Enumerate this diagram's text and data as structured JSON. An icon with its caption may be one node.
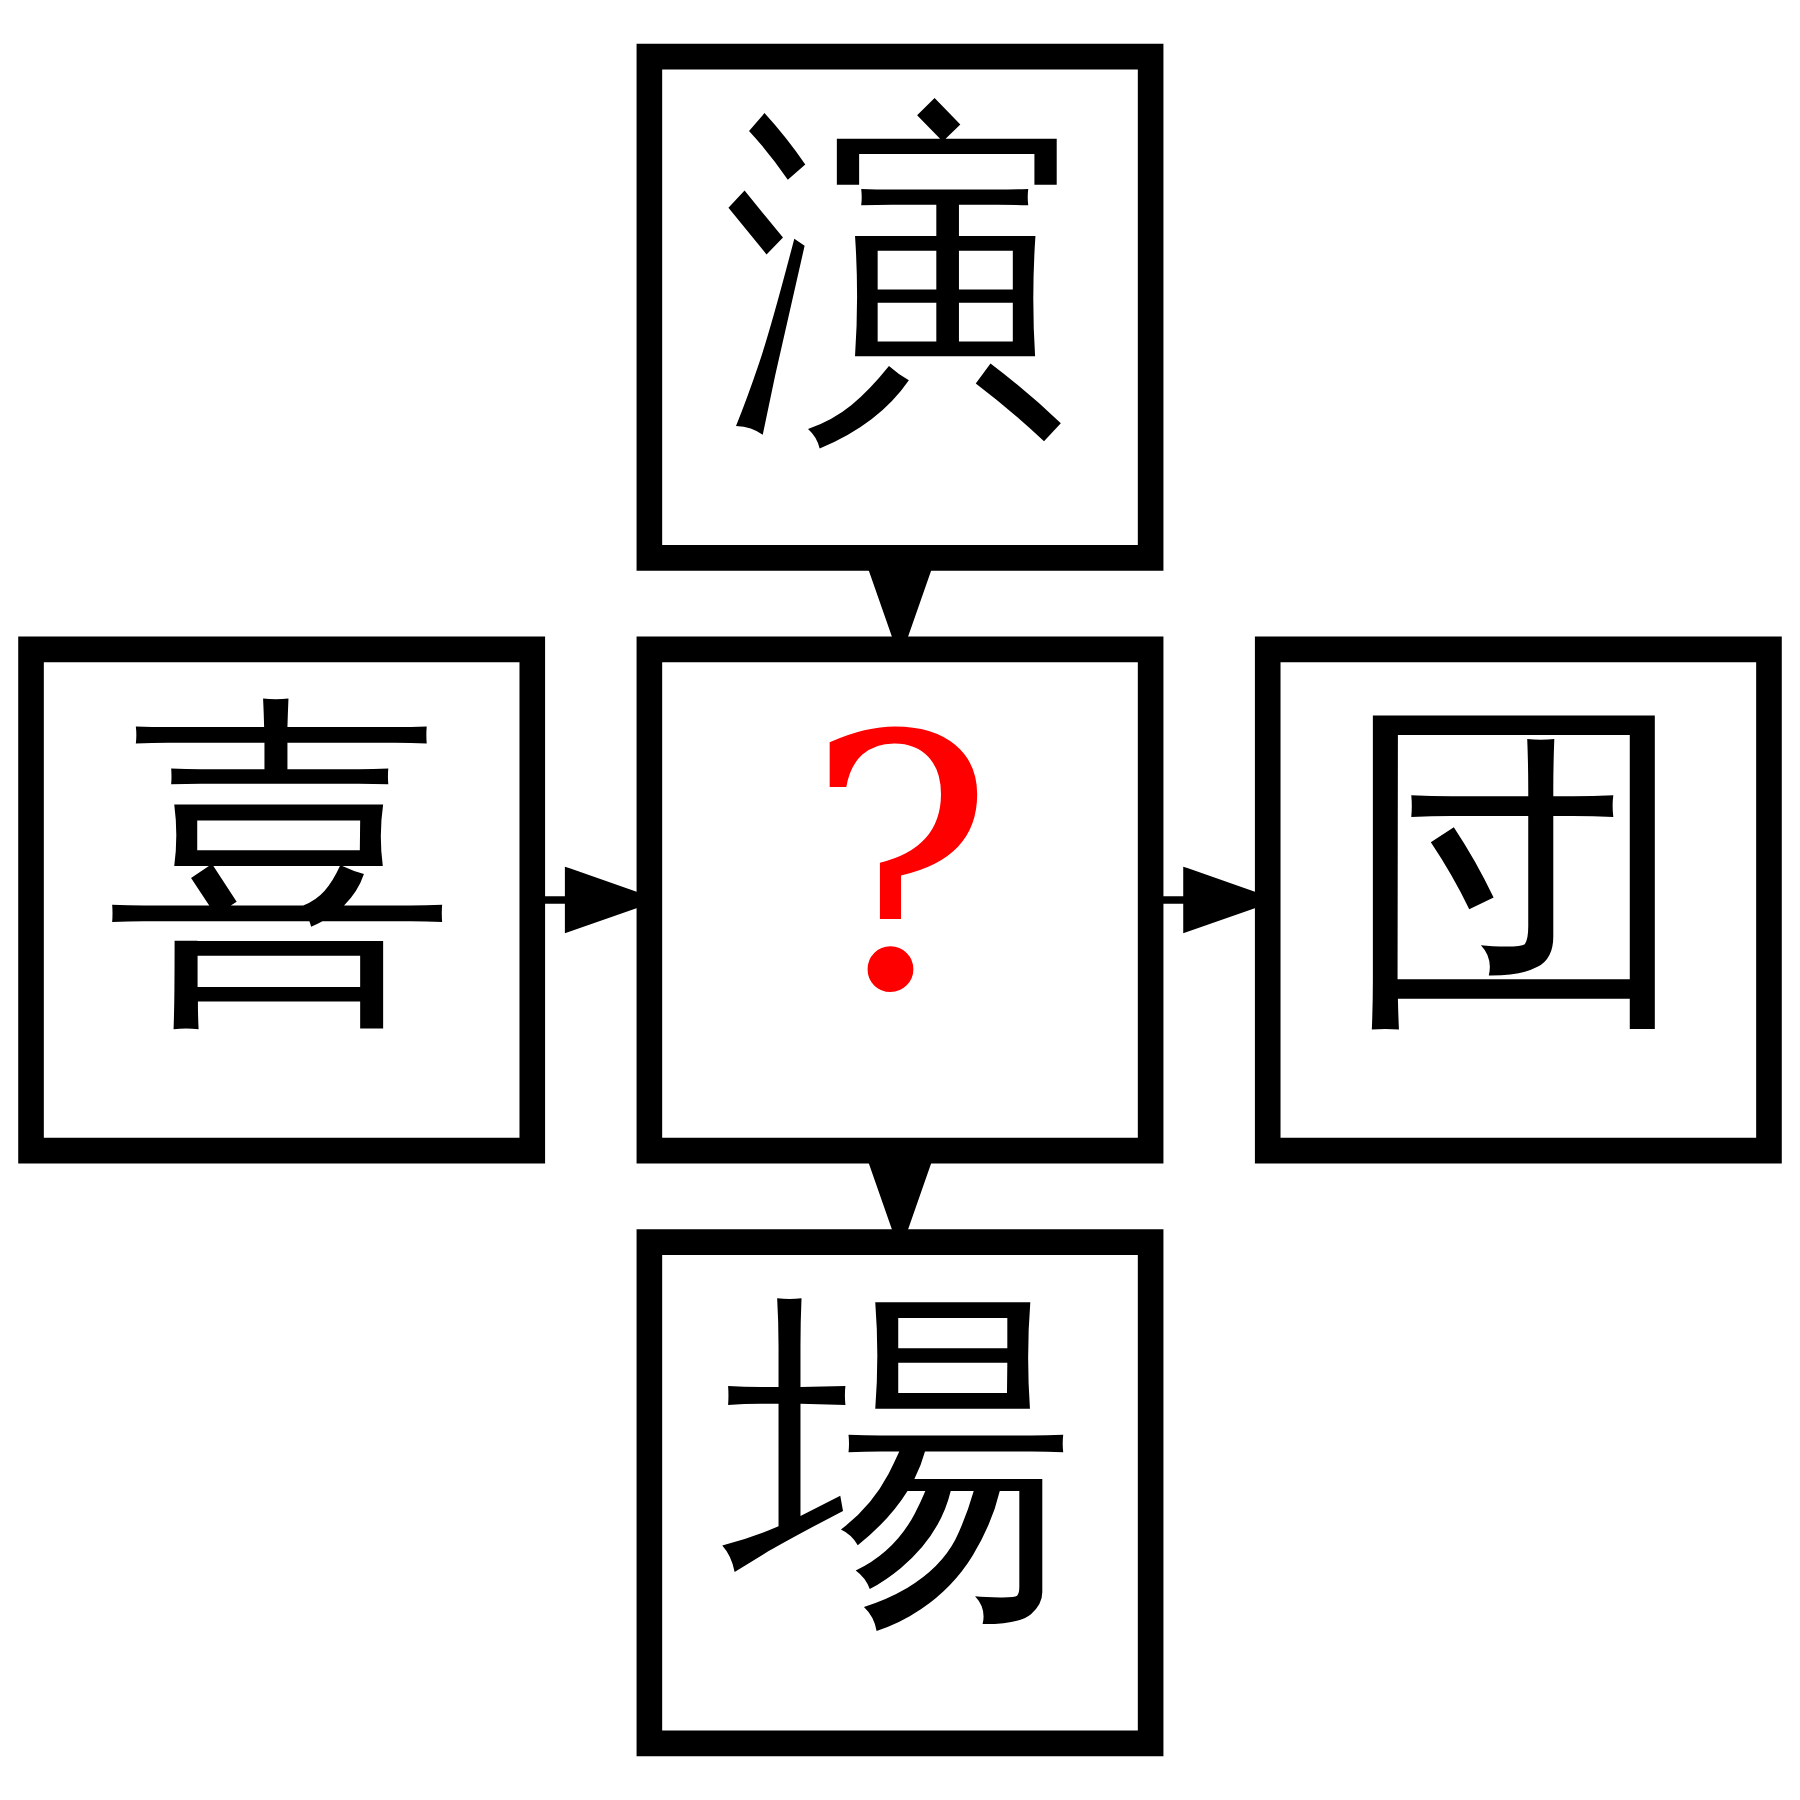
{
  "diagram": {
    "nodes": [
      {
        "text": [
          "演"
        ]
      },
      {
        "text": [
          "喜"
        ]
      },
      {
        "text": [
          "?"
        ]
      },
      {
        "text": [
          "団"
        ]
      },
      {
        "text": [
          "場"
        ]
      }
    ],
    "edges": [
      {
        "from": 0,
        "to": 2,
        "arrow": "to"
      },
      {
        "from": 1,
        "to": 2,
        "arrow": "to"
      },
      {
        "from": 2,
        "to": 3,
        "arrow": "to"
      },
      {
        "from": 2,
        "to": 4,
        "arrow": "to"
      }
    ]
  }
}
